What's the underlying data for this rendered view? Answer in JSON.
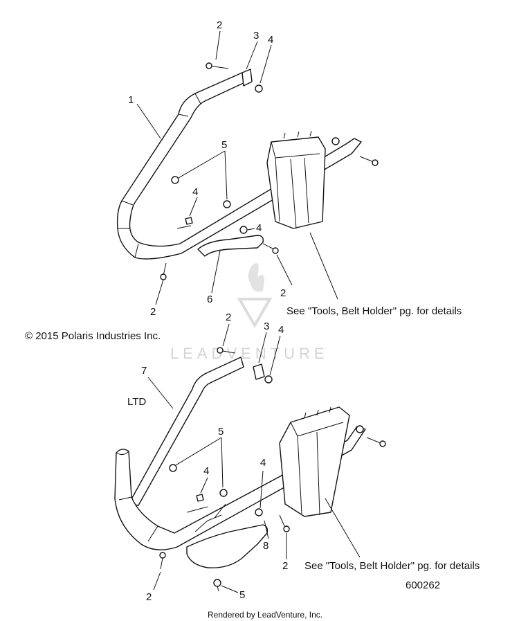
{
  "copyright": "© 2015 Polaris Industries Inc.",
  "watermark": "LEADVENTURE",
  "footer": "Rendered by LeadVenture, Inc.",
  "figure_number": "600262",
  "variant_label": "LTD",
  "upper": {
    "note": "See \"Tools, Belt Holder\" pg. for details",
    "callouts": [
      "2",
      "3",
      "4",
      "1",
      "5",
      "4",
      "4",
      "2",
      "2",
      "6"
    ]
  },
  "lower": {
    "note": "See \"Tools, Belt Holder\" pg. for details",
    "callouts": [
      "2",
      "3",
      "4",
      "7",
      "5",
      "4",
      "4",
      "8",
      "2",
      "2",
      "5"
    ]
  }
}
